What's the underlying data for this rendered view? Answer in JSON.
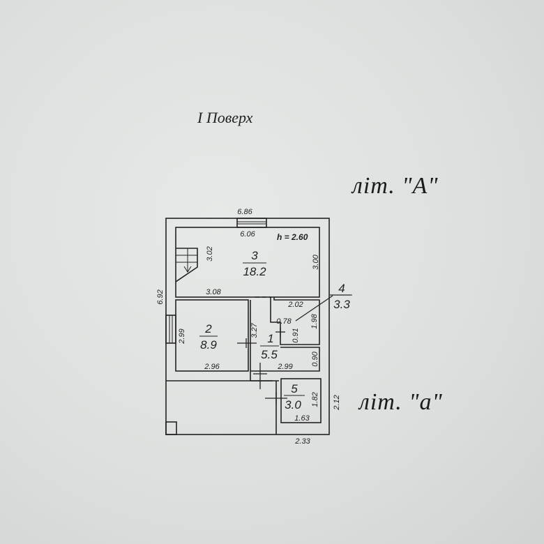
{
  "floor_title": "I Поверх",
  "building_labels": {
    "main": "літ. \"А\"",
    "annex": "літ. \"а\""
  },
  "height_note": "h = 2.60",
  "rooms": [
    {
      "number": "1",
      "area": "5.5"
    },
    {
      "number": "2",
      "area": "8.9"
    },
    {
      "number": "3",
      "area": "18.2"
    },
    {
      "number": "4",
      "area": "3.3"
    },
    {
      "number": "5",
      "area": "3.0"
    }
  ],
  "dimensions": {
    "outer_top": "6.86",
    "room3_top": "6.06",
    "stairs_height": "3.02",
    "room3_right": "3.00",
    "outer_left": "6.92",
    "room3_bottom": "3.08",
    "room4_top": "2.02",
    "room4_right": "1.98",
    "room4_inner": "0.78",
    "room4_inner_v": "0.91",
    "room2_left": "2.99",
    "room2_right": "3.27",
    "room2_bottom": "2.96",
    "room1_bottom": "2.99",
    "room1_right": "0.90",
    "room5_right": "1.82",
    "room5_bottom": "1.63",
    "annex_right": "2.12",
    "annex_bottom": "2.33"
  }
}
